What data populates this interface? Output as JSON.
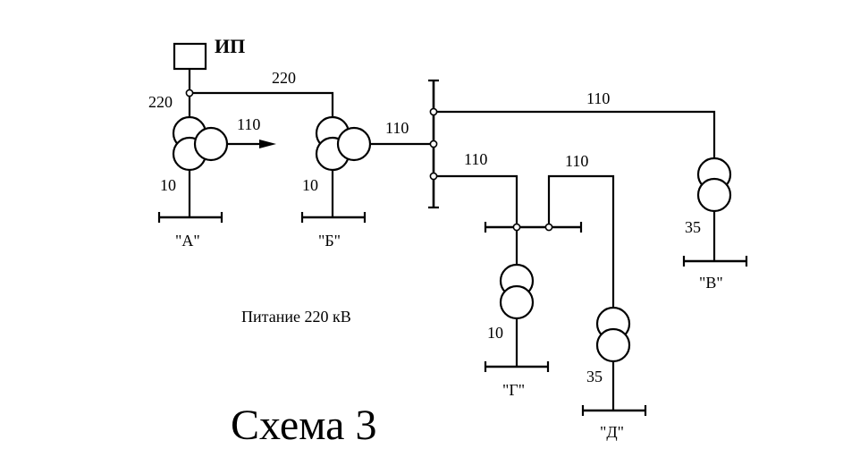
{
  "source_label": "ИП",
  "labels": {
    "a_hv": "220",
    "line_ip_b": "220",
    "a_mv": "110",
    "a_lv": "10",
    "b_mv": "110",
    "b_lv": "10",
    "line_v": "110",
    "line_g": "110",
    "line_d": "110",
    "v_lv": "35",
    "g_lv": "10",
    "d_lv": "35"
  },
  "substations": {
    "a": "\"А\"",
    "b": "\"Б\"",
    "v": "\"В\"",
    "g": "\"Г\"",
    "d": "\"Д\""
  },
  "note": "Питание 220 кВ",
  "title": "Схема 3"
}
